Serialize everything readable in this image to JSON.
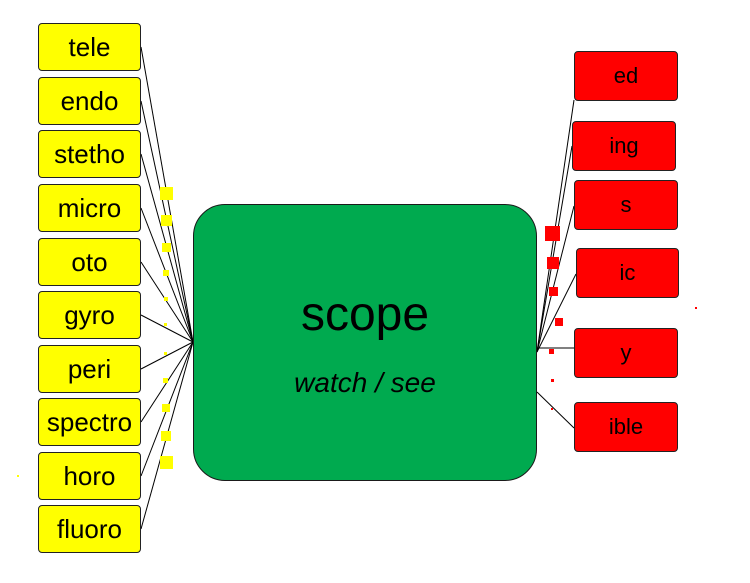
{
  "root": {
    "word": "scope",
    "meaning": "watch / see"
  },
  "prefixes": [
    "tele",
    "endo",
    "stetho",
    "micro",
    "oto",
    "gyro",
    "peri",
    "spectro",
    "horo",
    "fluoro"
  ],
  "suffixes": [
    "ed",
    "ing",
    "s",
    "ic",
    "y",
    "ible"
  ],
  "colors": {
    "prefix_fill": "#ffff00",
    "suffix_fill": "#ff0000",
    "root_fill": "#00aa4f"
  }
}
